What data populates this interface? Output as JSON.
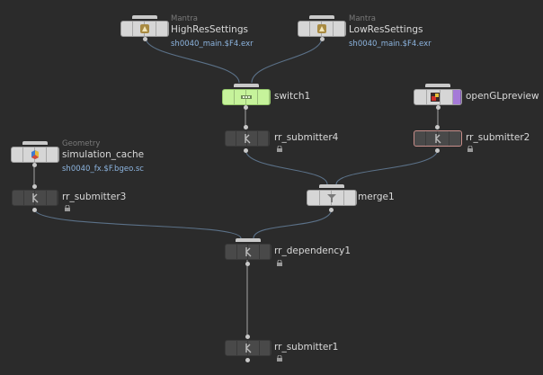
{
  "network": {
    "nodes": {
      "highres": {
        "type": "Mantra",
        "name": "HighResSettings",
        "output": "sh0040_main.$F4.exr",
        "icon": "mantra-icon"
      },
      "lowres": {
        "type": "Mantra",
        "name": "LowResSettings",
        "output": "sh0040_main.$F4.exr",
        "icon": "mantra-icon"
      },
      "switch": {
        "name": "switch1",
        "icon": "switch-icon",
        "color": "#c6f39b"
      },
      "opengl": {
        "name": "openGLpreview",
        "icon": "opengl-icon",
        "color": "#a57ad8"
      },
      "rr4": {
        "name": "rr_submitter4",
        "icon": "rr-icon"
      },
      "rr2": {
        "name": "rr_submitter2",
        "icon": "rr-icon",
        "outline": "#c88e8a"
      },
      "simcache": {
        "type": "Geometry",
        "name": "simulation_cache",
        "output": "sh0040_fx.$F.bgeo.sc",
        "icon": "geometry-icon"
      },
      "rr3": {
        "name": "rr_submitter3",
        "icon": "rr-icon"
      },
      "merge": {
        "name": "merge1",
        "icon": "merge-icon"
      },
      "dep": {
        "name": "rr_dependency1",
        "icon": "rr-icon"
      },
      "rr1": {
        "name": "rr_submitter1",
        "icon": "rr-icon"
      }
    }
  }
}
